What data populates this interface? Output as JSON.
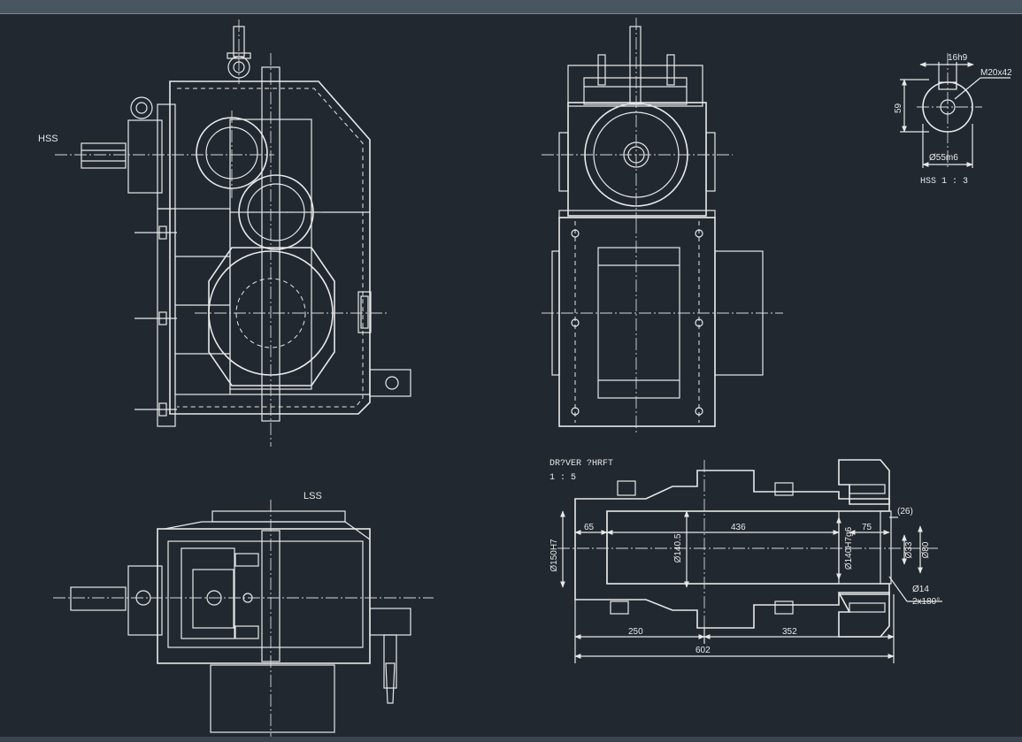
{
  "labels": {
    "hss_main": "HSS",
    "lss_main": "LSS",
    "detail_title": "HSS  1 : 3",
    "driver_title": "DR?VER ?HRFT",
    "driver_scale": "1 : 5"
  },
  "hss_detail_dims": {
    "key": "16h9",
    "thread": "M20x42",
    "height": "59",
    "diameter": "Ø55m6"
  },
  "shaft_dims": {
    "bore_left": "Ø150H7",
    "len_65": "65",
    "dia_1405": "Ø140.5",
    "len_436": "436",
    "bore_right": "Ø140H7g6",
    "len_75": "75",
    "len_26": "(26)",
    "dia_33": "Ø33",
    "dia_80": "Ø80",
    "hole_14": "Ø14",
    "hole_pattern": "2x180°",
    "len_250": "250",
    "len_352": "352",
    "len_602": "602"
  }
}
